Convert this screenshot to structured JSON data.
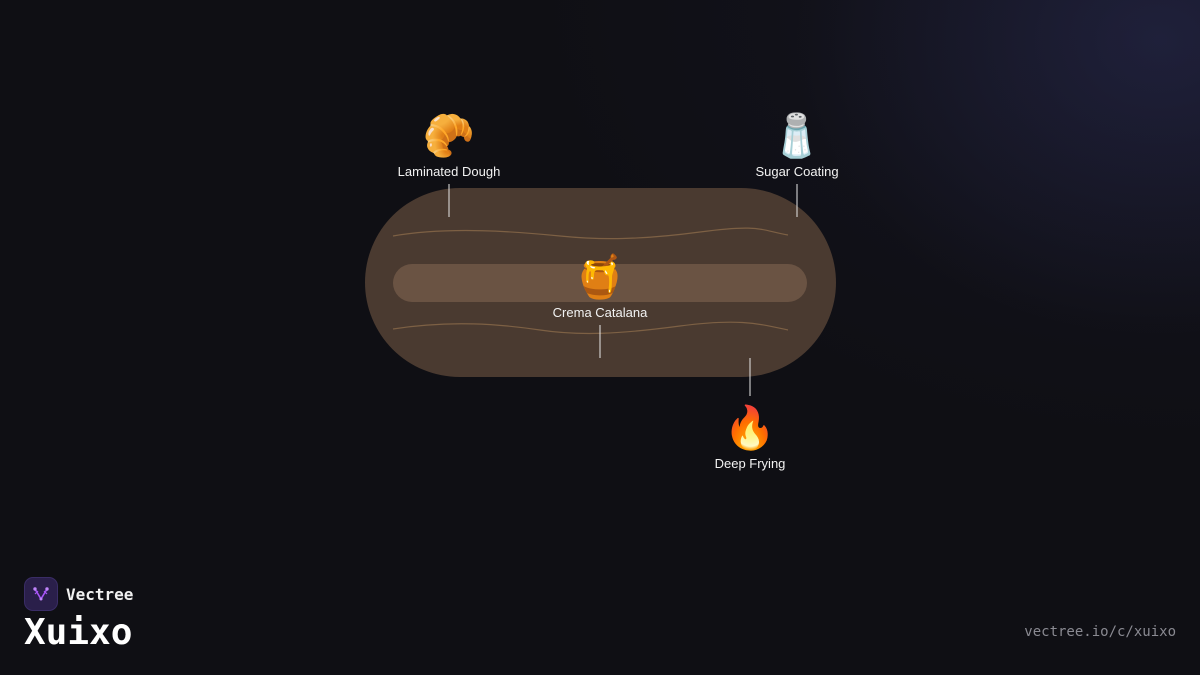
{
  "brand": {
    "name": "Vectree",
    "logo_icon": "vectree-logo-icon"
  },
  "title": "Xuixo",
  "url": "vectree.io/c/xuixo",
  "colors": {
    "background": "#0f0f14",
    "pastry": "#4a3a30",
    "filling": "#6a5343",
    "line": "#e8e8e8",
    "accent": "#a855f7"
  },
  "diagram": {
    "callouts": [
      {
        "id": "laminated-dough",
        "emoji": "🥐",
        "icon": "croissant-icon",
        "label": "Laminated Dough"
      },
      {
        "id": "sugar-coating",
        "emoji": "🧂",
        "icon": "salt-shaker-icon",
        "label": "Sugar Coating"
      },
      {
        "id": "crema-catalana",
        "emoji": "🍯",
        "icon": "honey-pot-icon",
        "label": "Crema Catalana"
      },
      {
        "id": "deep-frying",
        "emoji": "🔥",
        "icon": "fire-icon",
        "label": "Deep Frying"
      }
    ]
  }
}
